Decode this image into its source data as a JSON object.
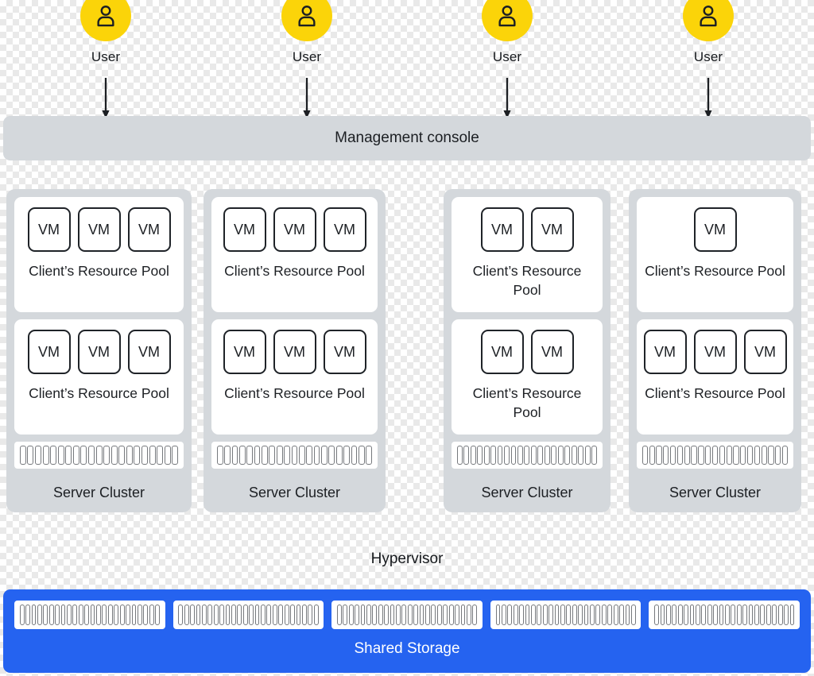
{
  "colors": {
    "user_avatar": "#fbd409",
    "panel_gray": "#d4d8dc",
    "storage_blue": "#2563f0",
    "card_white": "#ffffff",
    "text_dark": "#1c1f23",
    "rack_bar_stroke": "#76797d"
  },
  "users": {
    "icon_name": "user-icon",
    "items": [
      {
        "label": "User"
      },
      {
        "label": "User"
      },
      {
        "label": "User"
      },
      {
        "label": "User"
      }
    ]
  },
  "management_console": {
    "label": "Management console"
  },
  "hypervisor": {
    "label": "Hypervisor",
    "clusters": [
      {
        "cluster_label": "Server Cluster",
        "rack_bar_count": 21,
        "pools": [
          {
            "label": "Client’s Resource Pool",
            "vms": [
              "VM",
              "VM",
              "VM"
            ]
          },
          {
            "label": "Client’s Resource Pool",
            "vms": [
              "VM",
              "VM",
              "VM"
            ]
          }
        ]
      },
      {
        "cluster_label": "Server Cluster",
        "rack_bar_count": 21,
        "pools": [
          {
            "label": "Client’s Resource Pool",
            "vms": [
              "VM",
              "VM",
              "VM"
            ]
          },
          {
            "label": "Client’s Resource Pool",
            "vms": [
              "VM",
              "VM",
              "VM"
            ]
          }
        ]
      },
      {
        "cluster_label": "Server Cluster",
        "rack_bar_count": 21,
        "pools": [
          {
            "label": "Client’s Resource Pool",
            "vms": [
              "VM",
              "VM"
            ]
          },
          {
            "label": "Client’s Resource Pool",
            "vms": [
              "VM",
              "VM"
            ]
          }
        ]
      },
      {
        "cluster_label": "Server Cluster",
        "rack_bar_count": 21,
        "pools": [
          {
            "label": "Client’s Resource Pool",
            "vms": [
              "VM"
            ]
          },
          {
            "label": "Client’s Resource Pool",
            "vms": [
              "VM",
              "VM",
              "VM"
            ]
          }
        ]
      }
    ]
  },
  "shared_storage": {
    "label": "Shared Storage",
    "rack_count": 5,
    "rack_bar_count": 24
  }
}
